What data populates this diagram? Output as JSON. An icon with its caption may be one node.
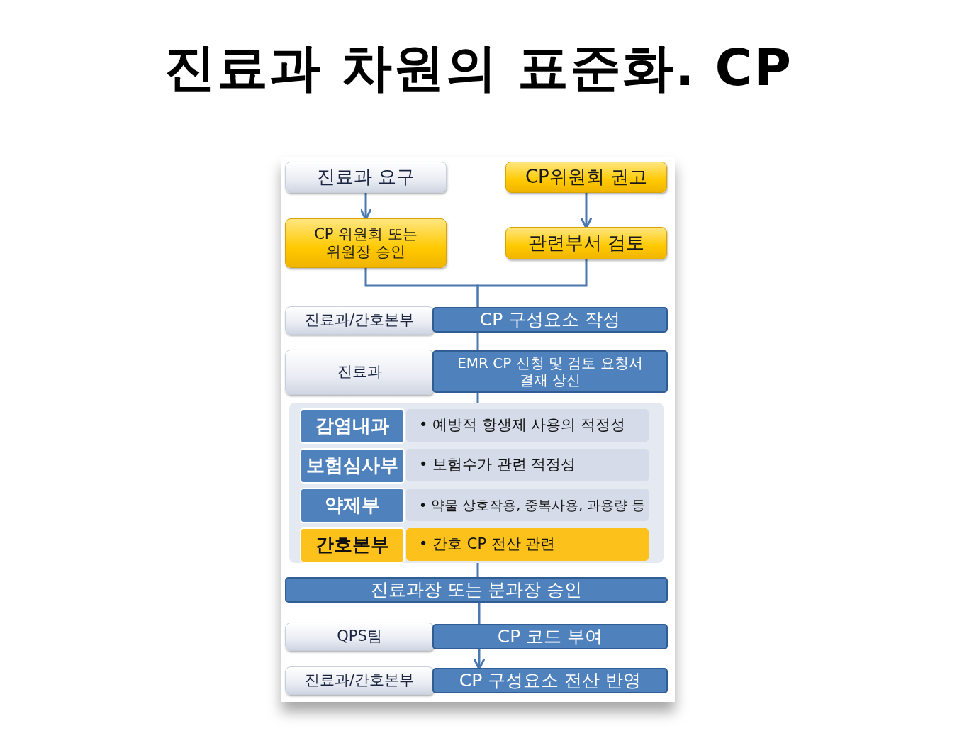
{
  "diagram": {
    "title": "진료과 차원의 표준화. CP",
    "nodes": [
      {
        "text": [
          "진료과 요구"
        ]
      },
      {
        "text": [
          "CP위원회 권고"
        ]
      },
      {
        "text": [
          "CP 위원회 또는 위원장 승인"
        ]
      },
      {
        "text": [
          "관련부서 검토"
        ]
      },
      {
        "text": [
          "진료과/간호본부"
        ]
      },
      {
        "text": [
          "CP 구성요소 작성"
        ]
      },
      {
        "text": [
          "진료과"
        ]
      },
      {
        "text": [
          "EMR CP 신청 및 검토 요청서 결재 상신"
        ]
      },
      {
        "text": [],
        "shape": "box"
      },
      {
        "text": [
          "감염내과"
        ],
        "in": 8
      },
      {
        "text": [
          "• 예방적 항생제 사용의 적정성"
        ],
        "in": 8
      },
      {
        "text": [
          "보험심사부"
        ],
        "in": 8
      },
      {
        "text": [
          "• 보험수가 관련 적정성"
        ],
        "in": 8
      },
      {
        "text": [
          "약제부"
        ],
        "in": 8
      },
      {
        "text": [
          "• 약물 상호작용, 중복사용, 과용량 등"
        ],
        "in": 8
      },
      {
        "text": [
          "간호본부"
        ],
        "in": 8
      },
      {
        "text": [
          "• 간호 CP 전산 관련"
        ],
        "in": 8
      },
      {
        "text": [
          "진료과장 또는 분과장 승인"
        ]
      },
      {
        "text": [
          "QPS팀"
        ]
      },
      {
        "text": [
          "CP 코드 부여"
        ]
      },
      {
        "text": [
          "진료과/간호본부"
        ]
      },
      {
        "text": [
          "CP 구성요소 전산 반영"
        ]
      }
    ],
    "edges": [
      {
        "from": 0,
        "to": 2,
        "arrow": "to"
      },
      {
        "from": 1,
        "to": 3,
        "arrow": "to"
      },
      {
        "from": 2,
        "to": 5,
        "arrow": "none"
      },
      {
        "from": 3,
        "to": 5,
        "arrow": "none"
      },
      {
        "from": 5,
        "to": 7,
        "arrow": "none"
      },
      {
        "from": 7,
        "to": 8,
        "arrow": "none"
      },
      {
        "from": 8,
        "to": 17,
        "arrow": "none"
      },
      {
        "from": 17,
        "to": 19,
        "arrow": "none"
      },
      {
        "from": 19,
        "to": 21,
        "arrow": "to"
      }
    ]
  }
}
